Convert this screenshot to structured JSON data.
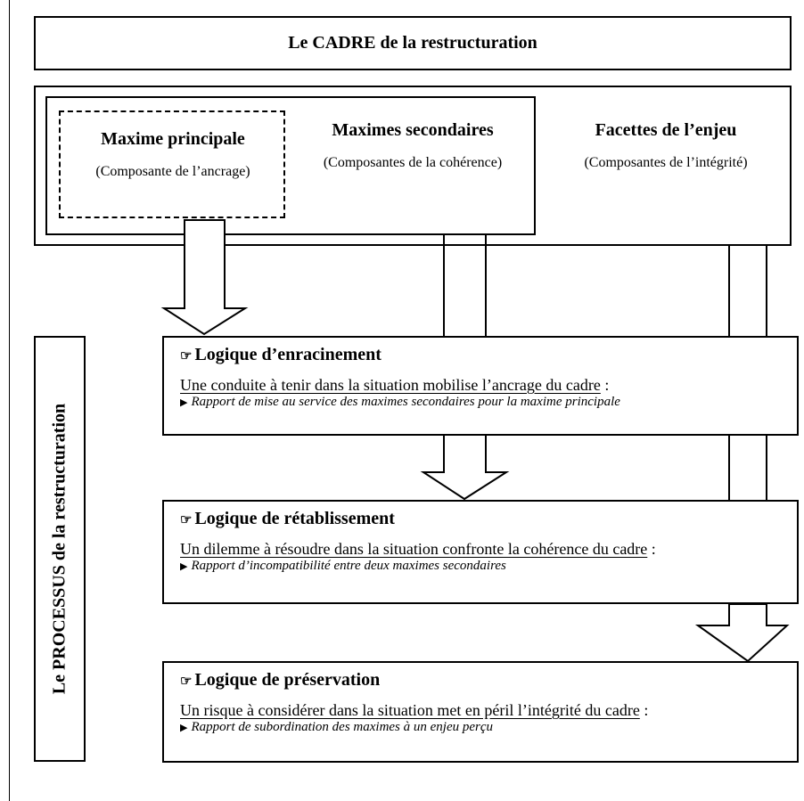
{
  "cadre": {
    "title": "Le CADRE de la restructuration"
  },
  "columns": {
    "principale": {
      "title": "Maxime principale",
      "subtitle": "(Composante de l’ancrage)"
    },
    "secondaires": {
      "title": "Maximes secondaires",
      "subtitle": "(Composantes de la cohérence)"
    },
    "facettes": {
      "title": "Facettes de l’enjeu",
      "subtitle": "(Composantes de l’intégrité)"
    }
  },
  "processus": {
    "label": "Le PROCESSUS de la restructuration"
  },
  "logiques": [
    {
      "title": "Logique d’enracinement",
      "statement": "Une conduite à tenir dans la situation mobilise l’ancrage du cadre",
      "colon": " :",
      "detail": "Rapport de mise au service des maximes secondaires pour la maxime principale"
    },
    {
      "title": "Logique de rétablissement",
      "statement": "Un dilemme à résoudre dans la situation confronte la cohérence du cadre",
      "colon": " :",
      "detail": "Rapport d’incompatibilité entre deux maximes secondaires"
    },
    {
      "title": "Logique de préservation",
      "statement": "Un risque à considérer dans la situation met en péril l’intégrité du cadre",
      "colon": " :",
      "detail": "Rapport de subordination des maximes à un enjeu perçu"
    }
  ],
  "icons": {
    "hand": "pointing-hand-icon",
    "triangle": "triangle-right-icon"
  }
}
